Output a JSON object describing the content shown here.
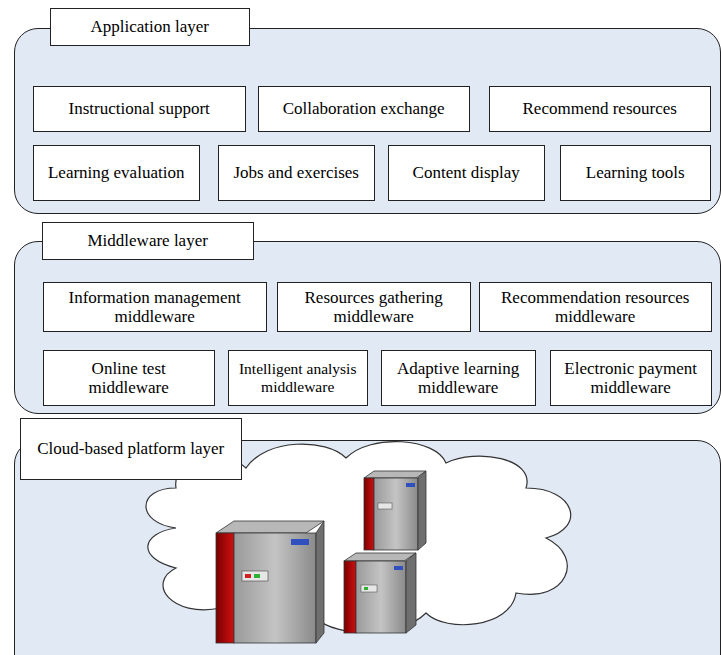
{
  "diagram": {
    "nodes": [
      {
        "text": [
          "Application layer"
        ]
      },
      {
        "text": [
          "Instructional support"
        ],
        "in": 0
      },
      {
        "text": [
          "Collaboration exchange"
        ],
        "in": 0
      },
      {
        "text": [
          "Recommend resources"
        ],
        "in": 0
      },
      {
        "text": [
          "Learning evaluation"
        ],
        "in": 0
      },
      {
        "text": [
          "Jobs and exercises"
        ],
        "in": 0
      },
      {
        "text": [
          "Content display"
        ],
        "in": 0
      },
      {
        "text": [
          "Learning tools"
        ],
        "in": 0
      },
      {
        "text": [
          "Middleware layer"
        ]
      },
      {
        "text": [
          "Information management middleware"
        ],
        "in": 8
      },
      {
        "text": [
          "Resources gathering middleware"
        ],
        "in": 8
      },
      {
        "text": [
          "Recommendation resources middleware"
        ],
        "in": 8
      },
      {
        "text": [
          "Online test middleware"
        ],
        "in": 8
      },
      {
        "text": [
          "Intelligent analysis middleware"
        ],
        "in": 8
      },
      {
        "text": [
          "Adaptive learning middleware"
        ],
        "in": 8
      },
      {
        "text": [
          "Electronic payment middleware"
        ],
        "in": 8
      },
      {
        "text": [
          "Cloud-based platform layer"
        ]
      }
    ]
  }
}
